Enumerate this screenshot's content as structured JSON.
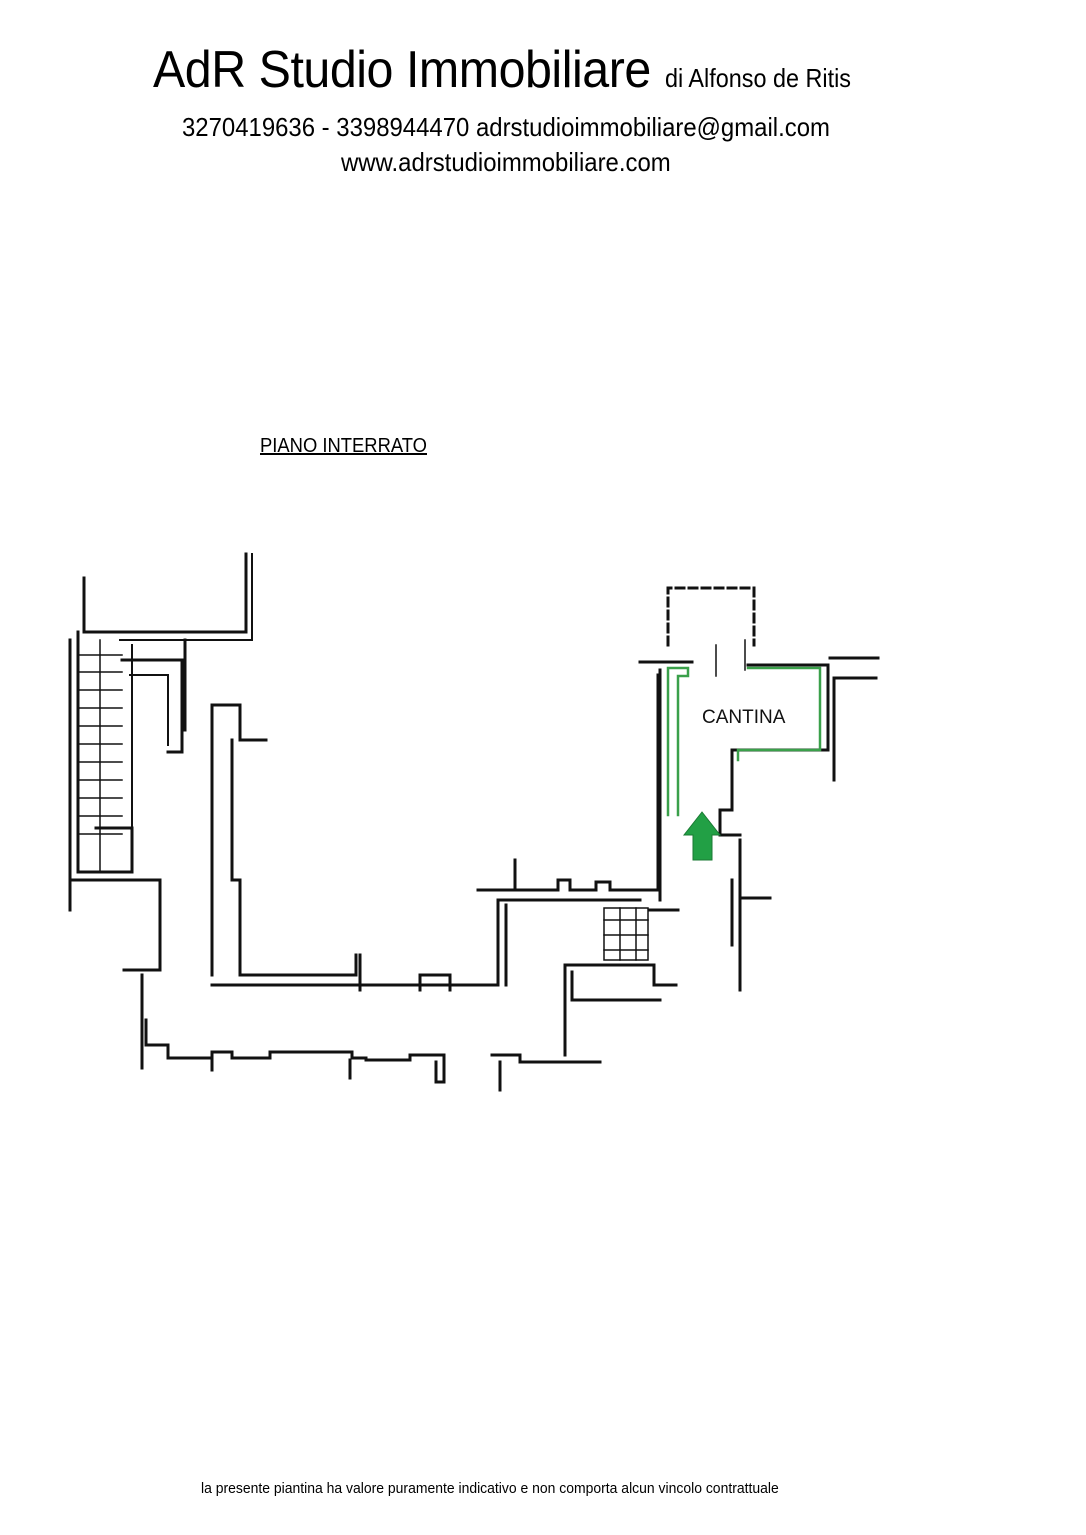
{
  "header": {
    "brand": "AdR Studio Immobiliare",
    "owner": "di Alfonso de Ritis",
    "contacts": "3270419636 - 3398944470 adrstudioimmobiliare@gmail.com",
    "website": "www.adrstudioimmobiliare.com"
  },
  "plan": {
    "floor_label": "PIANO INTERRATO",
    "room_label": "CANTINA",
    "highlight_color": "#3aa04a",
    "arrow_color": "#22a045"
  },
  "footer": {
    "disclaimer": "la presente piantina ha valore puramente indicativo e non comporta alcun vincolo contrattuale"
  }
}
